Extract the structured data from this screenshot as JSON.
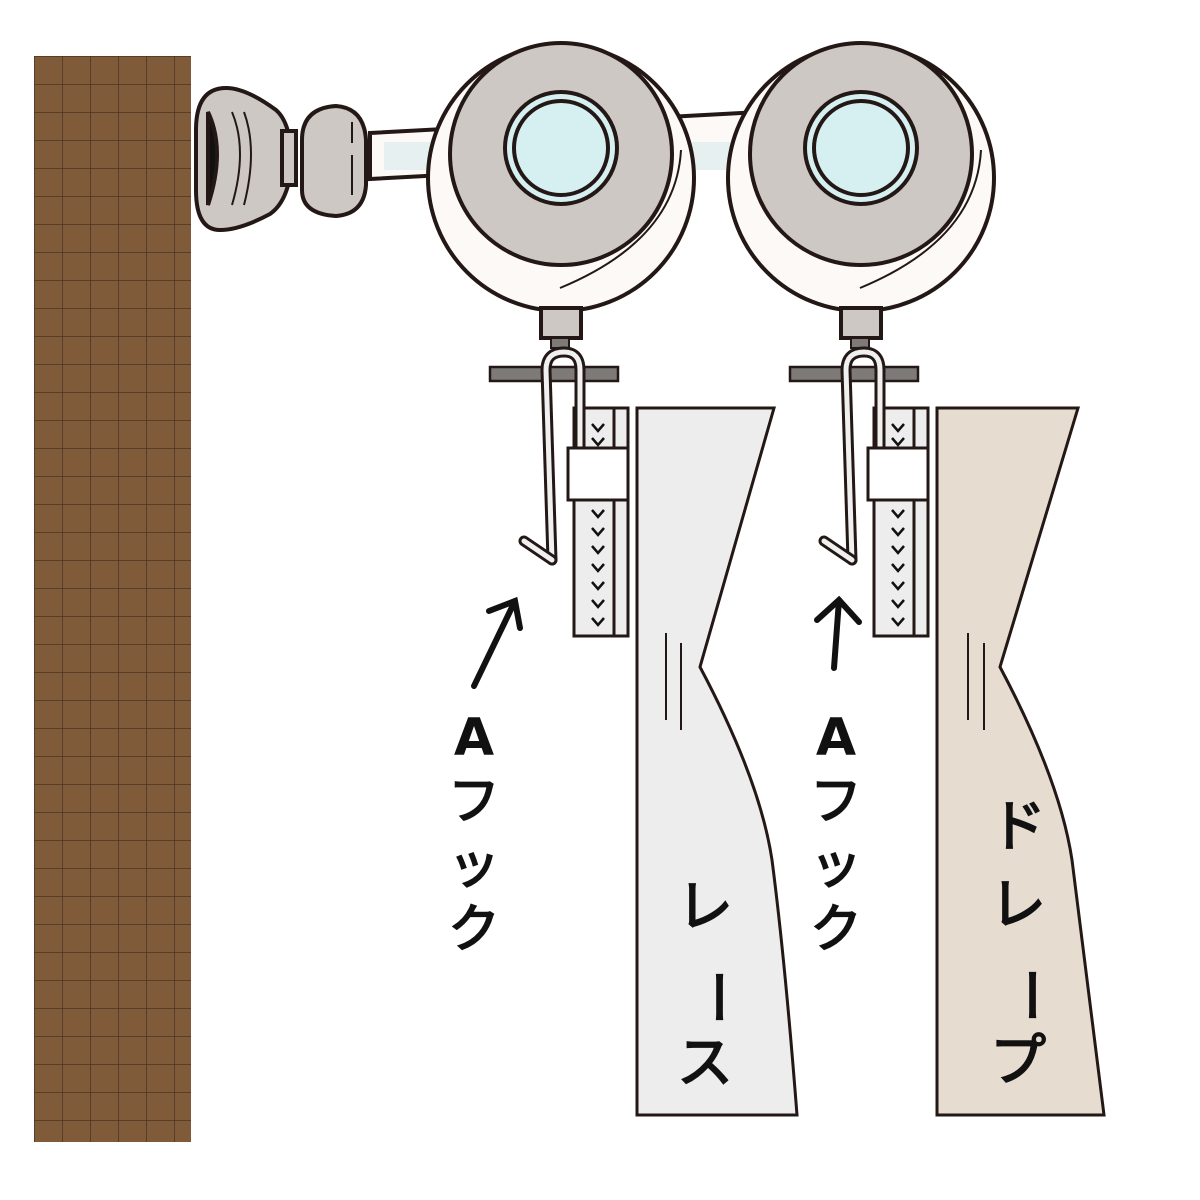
{
  "diagram": {
    "subject": "curtain rail with runners and A-hooks",
    "colors": {
      "wall": "#7f5b3a",
      "wall_grid": "#4a3420",
      "outline": "#231815",
      "runner_outer": "#fcf9f6",
      "runner_inner": "#cdc8c4",
      "runner_center": "#d6eff1",
      "rail_highlight": "#e7f0f1",
      "bracket": "#cdc8c4",
      "flange": "#7d7a78",
      "hook": "#f0f0f0",
      "tape": "#ededed",
      "lace": "#ededed",
      "drape": "#e6ddd0"
    },
    "labels": {
      "hook_left": [
        "A",
        "フ",
        "ッ",
        "ク"
      ],
      "hook_right": [
        "A",
        "フ",
        "ッ",
        "ク"
      ],
      "lace": [
        "レ",
        "ー",
        "ス"
      ],
      "drape": [
        "ド",
        "レ",
        "ー",
        "プ"
      ]
    },
    "label_text": {
      "hook": "Aフック",
      "lace": "レース",
      "drape": "ドレープ"
    }
  }
}
